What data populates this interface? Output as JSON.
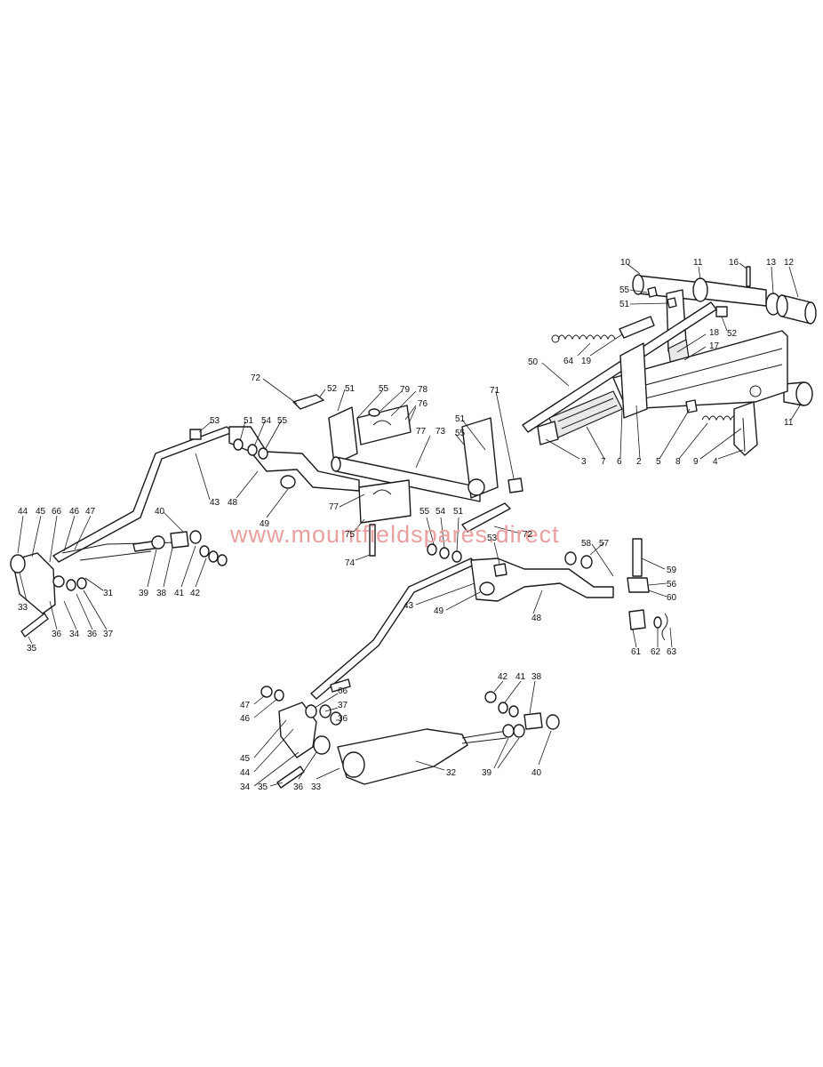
{
  "watermark": {
    "text": "www.mountfieldspares.direct",
    "color": "#e8a0a0"
  },
  "colors": {
    "line": "#1a1a1a",
    "fill": "#ffffff",
    "shade": "#e9e9e9"
  },
  "callouts": {
    "c_10": "10",
    "c_11a": "11",
    "c_16": "16",
    "c_13": "13",
    "c_12": "12",
    "c_55a": "55",
    "c_51a": "51",
    "c_52a": "52",
    "c_18": "18",
    "c_17": "17",
    "c_50": "50",
    "c_64": "64",
    "c_19": "19",
    "c_72a": "72",
    "c_52b": "52",
    "c_51b": "51",
    "c_55b": "55",
    "c_79": "79",
    "c_78": "78",
    "c_76": "76",
    "c_53a": "53",
    "c_51c": "51",
    "c_54a": "54",
    "c_55c": "55",
    "c_51d": "51",
    "c_71": "71",
    "c_55d": "55",
    "c_77a": "77",
    "c_73": "73",
    "c_3": "3",
    "c_7": "7",
    "c_6": "6",
    "c_2": "2",
    "c_5": "5",
    "c_8": "8",
    "c_9": "9",
    "c_4": "4",
    "c_11b": "11",
    "c_43a": "43",
    "c_48a": "48",
    "c_49a": "49",
    "c_77b": "77",
    "c_75": "75",
    "c_74": "74",
    "c_44a": "44",
    "c_45a": "45",
    "c_66a": "66",
    "c_46a": "46",
    "c_47a": "47",
    "c_40a": "40",
    "c_33a": "33",
    "c_31": "31",
    "c_39a": "39",
    "c_38a": "38",
    "c_41a": "41",
    "c_42a": "42",
    "c_36a": "36",
    "c_34a": "34",
    "c_36b": "36",
    "c_37a": "37",
    "c_35a": "35",
    "c_55e": "55",
    "c_54b": "54",
    "c_51e": "51",
    "c_72b": "72",
    "c_53b": "53",
    "c_58": "58",
    "c_57": "57",
    "c_59": "59",
    "c_56": "56",
    "c_60": "60",
    "c_43b": "43",
    "c_49b": "49",
    "c_48b": "48",
    "c_61": "61",
    "c_62": "62",
    "c_63": "63",
    "c_42b": "42",
    "c_41b": "41",
    "c_38b": "38",
    "c_47b": "47",
    "c_46b": "46",
    "c_66b": "66",
    "c_37b": "37",
    "c_36c": "36",
    "c_45b": "45",
    "c_44b": "44",
    "c_34b": "34",
    "c_35b": "35",
    "c_36d": "36",
    "c_33b": "33",
    "c_32": "32",
    "c_39b": "39",
    "c_40b": "40"
  }
}
